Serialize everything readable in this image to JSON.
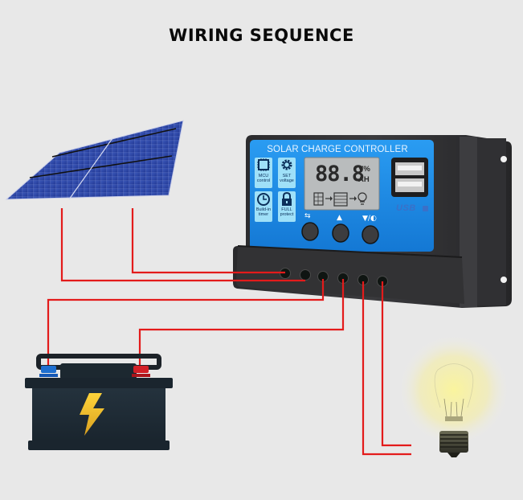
{
  "title": "WIRING SEQUENCE",
  "controller": {
    "name": "SOLAR CHARGE CONTROLLER",
    "body_color": "#1e8fe8",
    "frame_color": "#2c2c2e",
    "features": [
      {
        "icon": "chip-icon",
        "label_line1": "MCU",
        "label_line2": "control"
      },
      {
        "icon": "gear-icon",
        "label_line1": "SET",
        "label_line2": "voltage"
      },
      {
        "icon": "clock-icon",
        "label_line1": "Build-in",
        "label_line2": "timer"
      },
      {
        "icon": "lock-icon",
        "label_line1": "FULL",
        "label_line2": "protect"
      }
    ],
    "lcd": {
      "digits": "88.8",
      "unit_top": "V%",
      "unit_bottom": "AH",
      "flow_icons": [
        "solar-panel-icon",
        "arrow-right-icon",
        "battery-icon",
        "arrow-right-icon",
        "bulb-icon"
      ]
    },
    "usb_label": "USB",
    "buttons": [
      {
        "name": "menu",
        "icon": "menu-icon",
        "glyph": "⇆"
      },
      {
        "name": "up",
        "icon": "triangle-up-icon",
        "glyph": "▲"
      },
      {
        "name": "down",
        "icon": "triangle-down-icon",
        "glyph": "▼/◐"
      }
    ],
    "terminals": [
      {
        "group": "solar",
        "polarity": "+"
      },
      {
        "group": "solar",
        "polarity": "-"
      },
      {
        "group": "battery",
        "polarity": "+"
      },
      {
        "group": "battery",
        "polarity": "-"
      },
      {
        "group": "load",
        "polarity": "+"
      },
      {
        "group": "load",
        "polarity": "-"
      }
    ]
  },
  "components": {
    "solar_panel": "solar-panel",
    "battery": "battery",
    "load": "light-bulb"
  },
  "wire_color": "#e31b1b",
  "battery_terminal_colors": {
    "negative": "#1e6fd0",
    "positive": "#d21f26"
  },
  "bolt_color": "#f2c12e"
}
